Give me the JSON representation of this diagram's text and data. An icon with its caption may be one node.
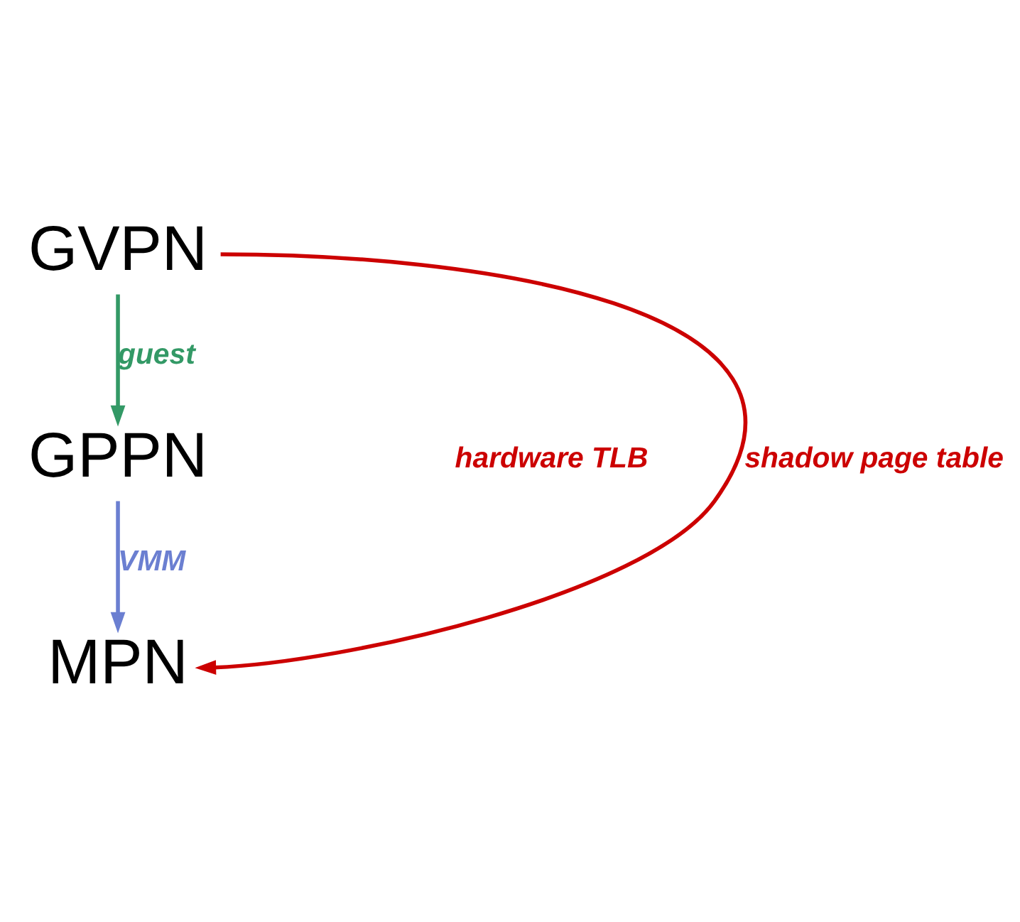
{
  "diagram": {
    "nodes": [
      {
        "text": [
          "GVPN"
        ]
      },
      {
        "text": [
          "GPPN"
        ]
      },
      {
        "text": [
          "MPN"
        ]
      }
    ],
    "edges": [
      {
        "from": 0,
        "to": 1,
        "arrow": "to",
        "label": "guest",
        "color": "#339966"
      },
      {
        "from": 1,
        "to": 2,
        "arrow": "to",
        "label": "VMM",
        "color": "#6b7fd1"
      },
      {
        "from": 0,
        "to": 2,
        "arrow": "to",
        "label": "shadow page table",
        "color": "#cc0000"
      }
    ],
    "labels": [
      "hardware TLB"
    ]
  }
}
